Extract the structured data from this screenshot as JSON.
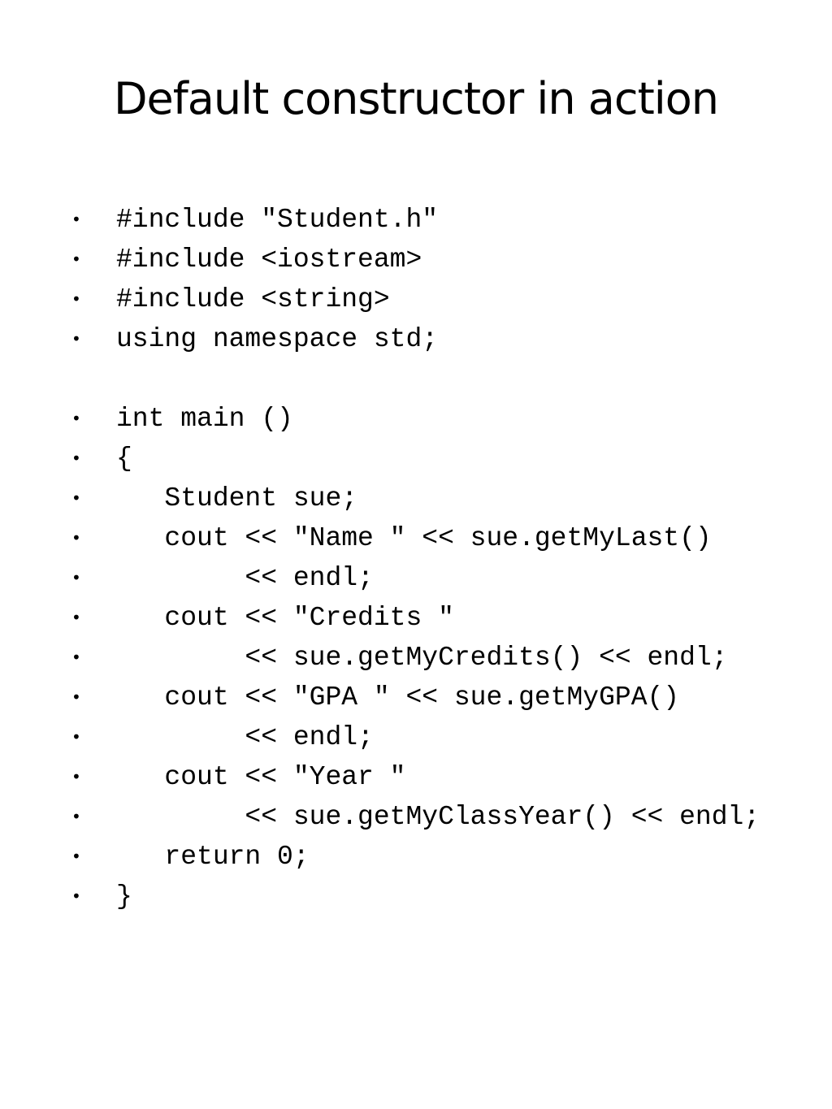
{
  "slide": {
    "title": "Default constructor in action",
    "bullet_glyph": "•",
    "lines": [
      {
        "text": "#include \"Student.h\"",
        "gap_before": false
      },
      {
        "text": "#include <iostream>",
        "gap_before": false
      },
      {
        "text": "#include <string>",
        "gap_before": false
      },
      {
        "text": "using namespace std;",
        "gap_before": false
      },
      {
        "text": "int main ()",
        "gap_before": true
      },
      {
        "text": "{",
        "gap_before": false
      },
      {
        "text": "   Student sue;",
        "gap_before": false
      },
      {
        "text": "   cout << \"Name \" << sue.getMyLast()",
        "gap_before": false
      },
      {
        "text": "        << endl;",
        "gap_before": false
      },
      {
        "text": "   cout << \"Credits \"",
        "gap_before": false
      },
      {
        "text": "        << sue.getMyCredits() << endl;",
        "gap_before": false
      },
      {
        "text": "   cout << \"GPA \" << sue.getMyGPA()",
        "gap_before": false
      },
      {
        "text": "        << endl;",
        "gap_before": false
      },
      {
        "text": "   cout << \"Year \"",
        "gap_before": false
      },
      {
        "text": "        << sue.getMyClassYear() << endl;",
        "gap_before": false
      },
      {
        "text": "   return 0;",
        "gap_before": false
      },
      {
        "text": "}",
        "gap_before": false
      }
    ]
  }
}
